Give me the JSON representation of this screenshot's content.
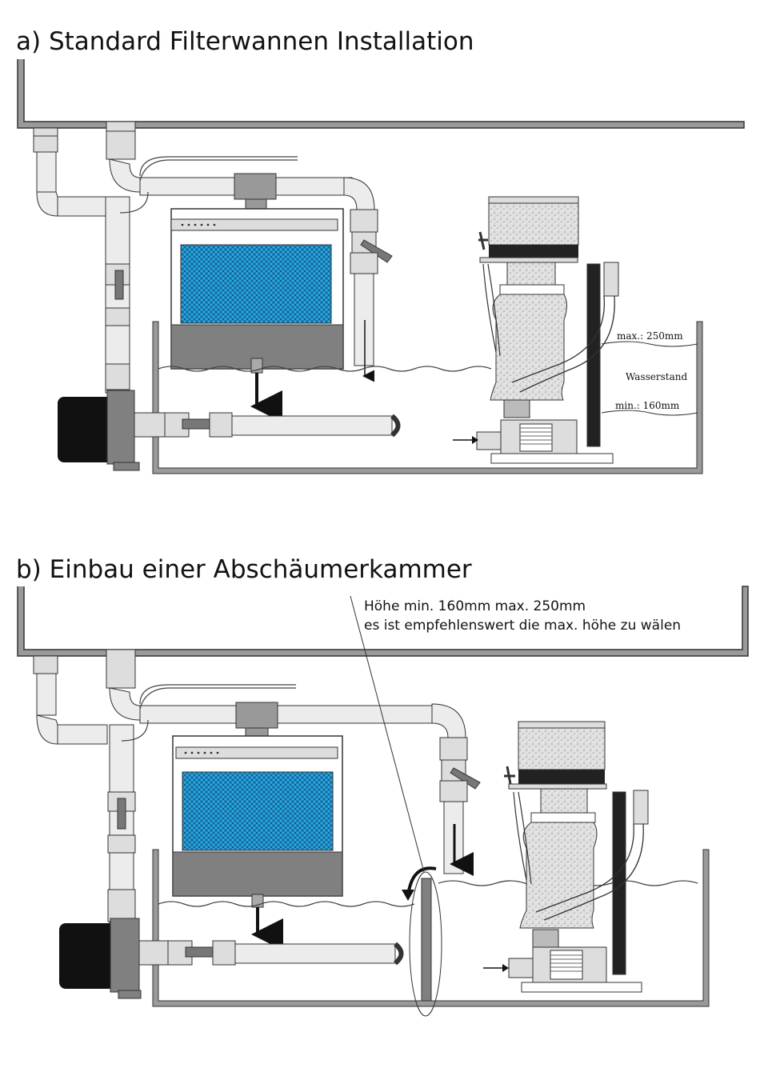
{
  "section_a": {
    "title": "a) Standard Filterwannen Installation",
    "label_max": "max.: 250mm",
    "label_water_level": "Wasserstand",
    "label_min": "min.: 160mm"
  },
  "section_b": {
    "title": "b) Einbau einer Abschäumerkammer",
    "note_line1": "Höhe min. 160mm max. 250mm",
    "note_line2": "es ist empfehlenswert die max. höhe zu wälen"
  },
  "colors": {
    "line": "#444444",
    "pipe_fill": "#ececec",
    "body_grey": "#808080",
    "filter_blue": "#29a8e0",
    "pump_black": "#111111",
    "foam_grey": "#c8c8c8"
  }
}
